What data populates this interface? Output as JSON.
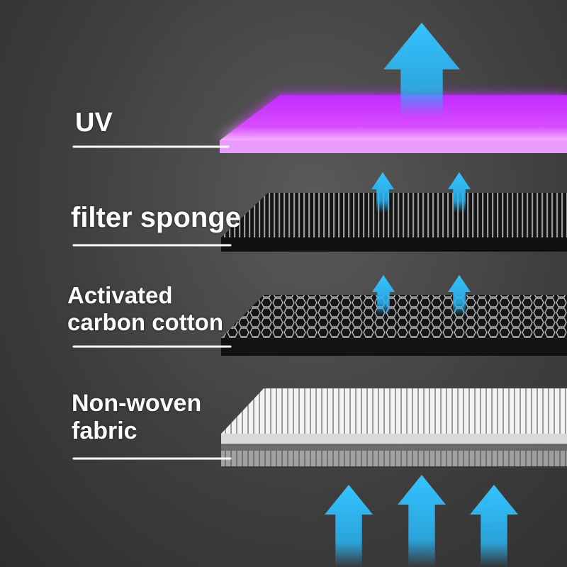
{
  "layers": [
    {
      "id": "uv",
      "lines": [
        "UV"
      ],
      "color": "#d020ff"
    },
    {
      "id": "sponge",
      "lines": [
        "filter sponge"
      ],
      "color": "#1a1a1a"
    },
    {
      "id": "carbon",
      "lines": [
        "Activated",
        "carbon cotton"
      ],
      "color": "#222222"
    },
    {
      "id": "nonwoven",
      "lines": [
        "Non-woven",
        "fabric"
      ],
      "color": "#e8e8e8"
    }
  ],
  "colors": {
    "arrow": "#29b6f6",
    "uv_glow": "#e040fb",
    "label_text": "#ffffff",
    "leader_line": "#ffffff"
  },
  "icons": [
    "airflow-arrow-icon"
  ]
}
